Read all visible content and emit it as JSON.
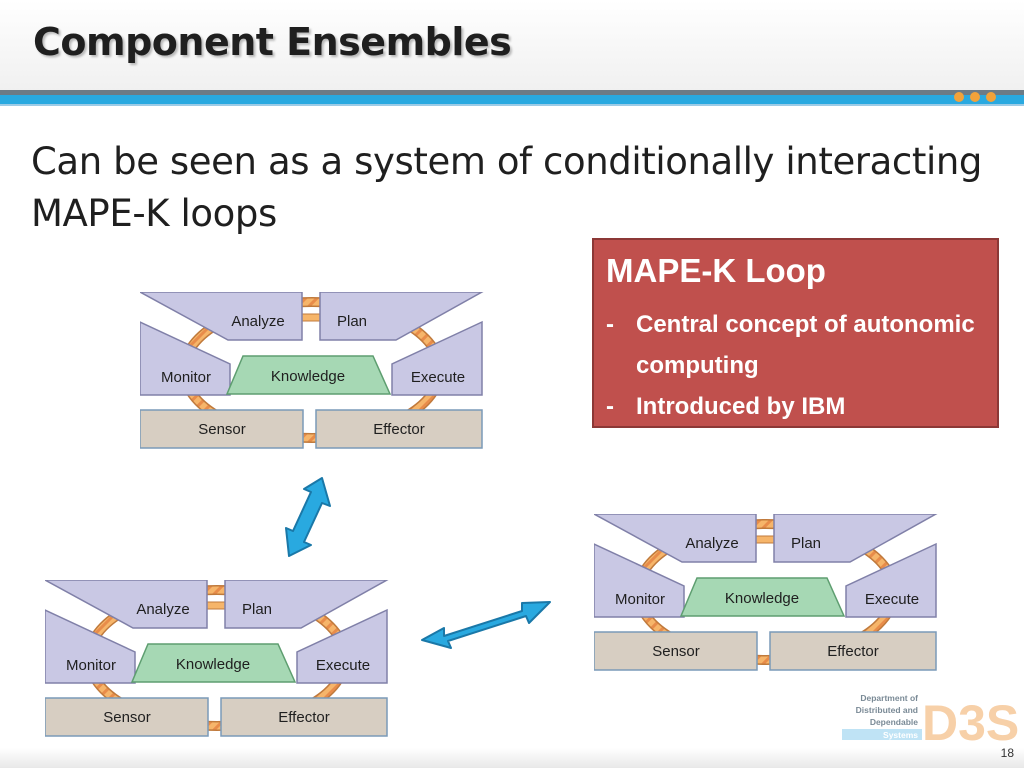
{
  "slide": {
    "title": "Component Ensembles",
    "body": "Can be seen as a system of conditionally interacting MAPE-K loops",
    "page_number": "18"
  },
  "callout": {
    "title": "MAPE-K Loop",
    "items": [
      {
        "bullet": "-",
        "text": "Central concept of autonomic computing"
      },
      {
        "bullet": "-",
        "text": "Introduced by IBM"
      }
    ]
  },
  "mape_diagram": {
    "analyze": "Analyze",
    "plan": "Plan",
    "monitor": "Monitor",
    "knowledge": "Knowledge",
    "execute": "Execute",
    "sensor": "Sensor",
    "effector": "Effector"
  },
  "logo": {
    "line1": "Department of",
    "line2": "Distributed and",
    "line3": "Dependable",
    "line4": "Systems",
    "mark": "D3S"
  },
  "colors": {
    "accent_blue": "#29a9e0",
    "callout_red": "#c0504d",
    "phase_lavender": "#c9c8e4",
    "knowledge_green": "#a6d8b4",
    "sensor_tan": "#d7cec2",
    "loop_orange": "#f2a65a"
  }
}
